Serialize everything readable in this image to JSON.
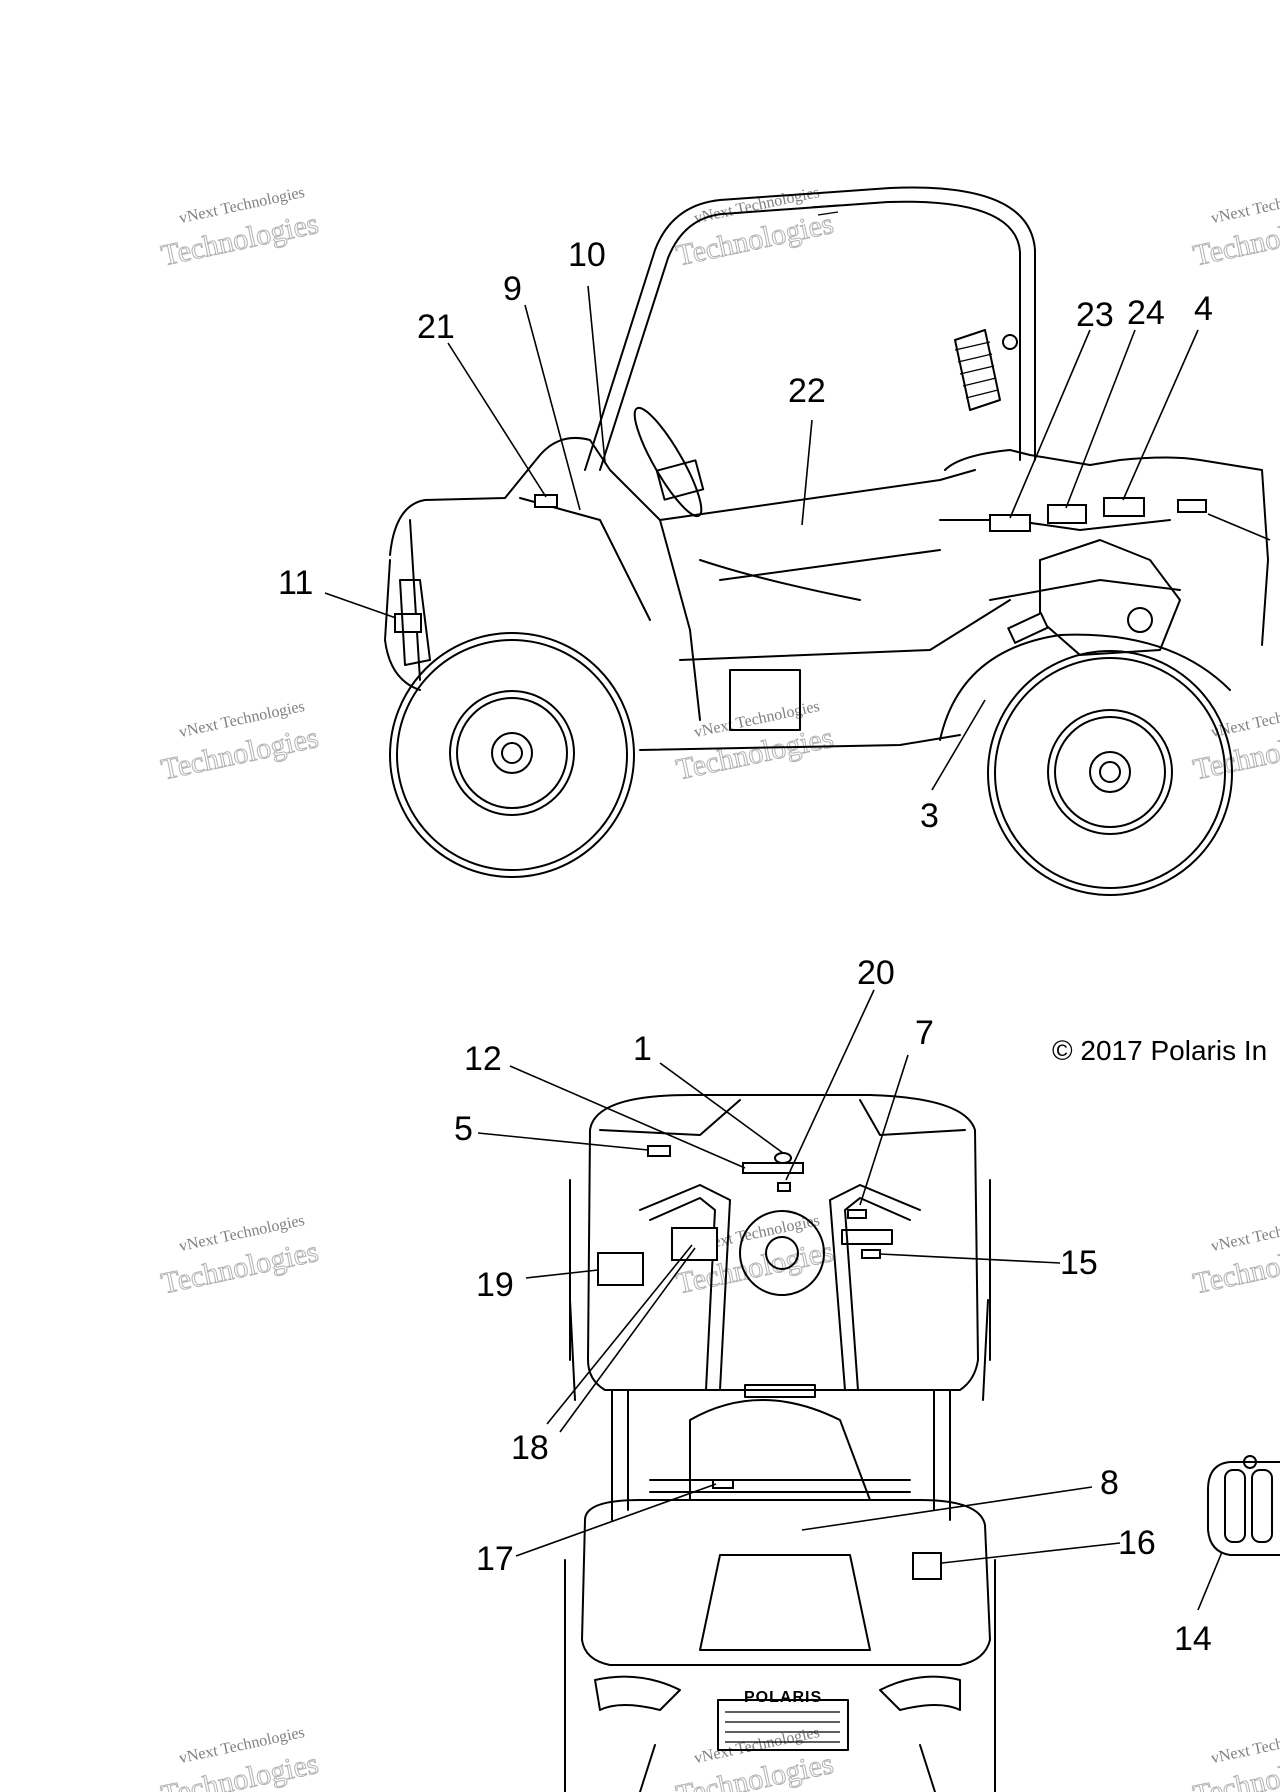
{
  "copyright": "© 2017 Polaris In",
  "watermark": {
    "line1": "vNext Technologies",
    "line2": "Technologies"
  },
  "brand_label": "POLARIS",
  "side_view_callouts": [
    "21",
    "9",
    "10",
    "22",
    "23",
    "24",
    "4",
    "11",
    "3"
  ],
  "top_view_callouts": [
    "20",
    "1",
    "7",
    "12",
    "5",
    "19",
    "15",
    "18",
    "8",
    "16",
    "17",
    "14"
  ]
}
